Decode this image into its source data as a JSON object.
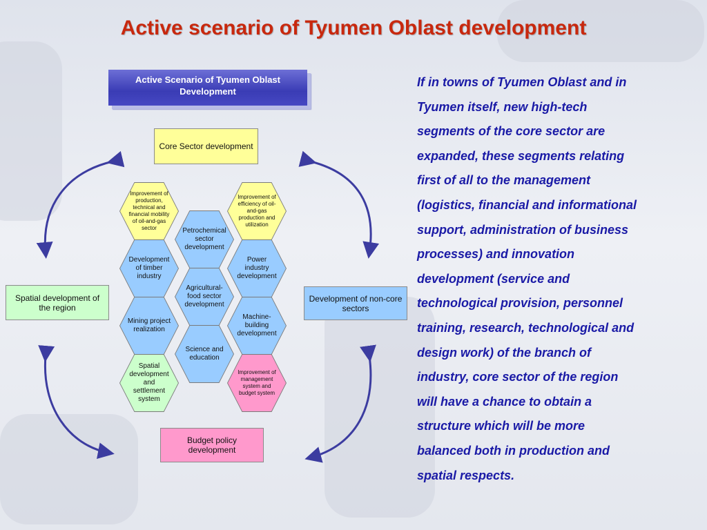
{
  "slide": {
    "title": "Active scenario of Tyumen Oblast development"
  },
  "diagram": {
    "banner": "Active Scenario of Tyumen Oblast Development",
    "top_box": "Core Sector development",
    "left_box": "Spatial development of the region",
    "right_box": "Development of non-core sectors",
    "bottom_box": "Budget policy development",
    "hexagons": {
      "production_mobility": "Improvement of production, technical and financial mobility of oil-and-gas sector",
      "oil_gas_efficiency": "Improvement of efficiency of oil-and-gas production and utilization",
      "petrochemical": "Petrochemical sector development",
      "timber": "Development of timber industry",
      "power": "Power industry development",
      "agricultural": "Agricultural-food sector development",
      "mining": "Mining project realization",
      "machine_building": "Machine-building development",
      "science": "Science and education",
      "spatial_settlement": "Spatial development and settlement system",
      "management_budget": "Improvement of management system and budget system"
    },
    "colors": {
      "yellow": "#ffff99",
      "blue": "#99ccff",
      "green": "#ccffcc",
      "pink": "#ff99cc",
      "arrow": "#3c3ca0"
    }
  },
  "text": {
    "paragraph": "If in towns of Tyumen Oblast  and in\nTyumen itself, new high-tech\nsegments of the core sector are\nexpanded, these segments relating\nfirst of all to the management\n(logistics, financial and informational\nsupport,  administration of business\nprocesses) and innovation\ndevelopment (service and\ntechnological provision, personnel\ntraining, research, technological and\ndesign work) of the branch of\nindustry, core sector of the region\nwill have a chance to  obtain a\nstructure which will be more\nbalanced both in production and\nspatial respects."
  }
}
